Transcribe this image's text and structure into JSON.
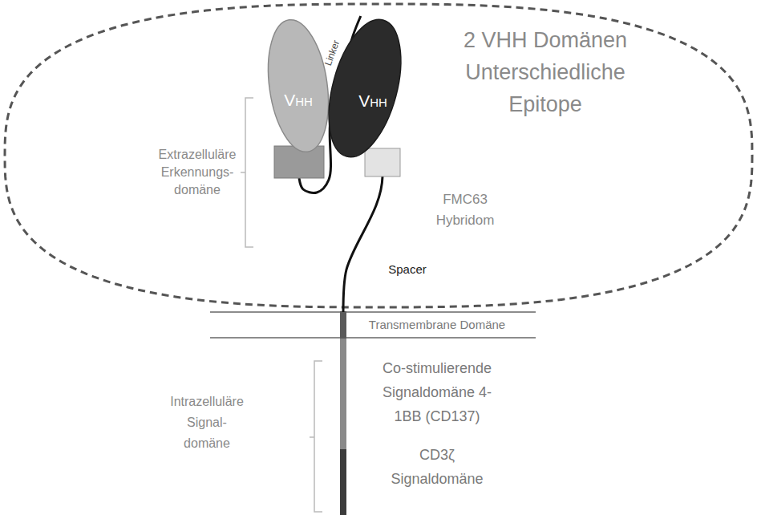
{
  "diagram": {
    "nodes": [
      {
        "text": [
          "VHH"
        ]
      },
      {
        "text": [
          "VHH"
        ]
      }
    ],
    "edges": [
      {
        "from": 0,
        "to": 1,
        "arrow": "none",
        "label": "Linker"
      }
    ],
    "labels": [
      "2 VHH Domänen Unterschiedliche Epitope",
      "Extrazelluläre Erkennungs- domäne",
      "FMC63 Hybridom",
      "Spacer",
      "Transmembrane Domäne",
      "Intrazelluläre Signal- domäne",
      "Co-stimulierende Signaldomäne 4-1BB (CD137)",
      "CD3ζ Signaldomäne"
    ]
  }
}
